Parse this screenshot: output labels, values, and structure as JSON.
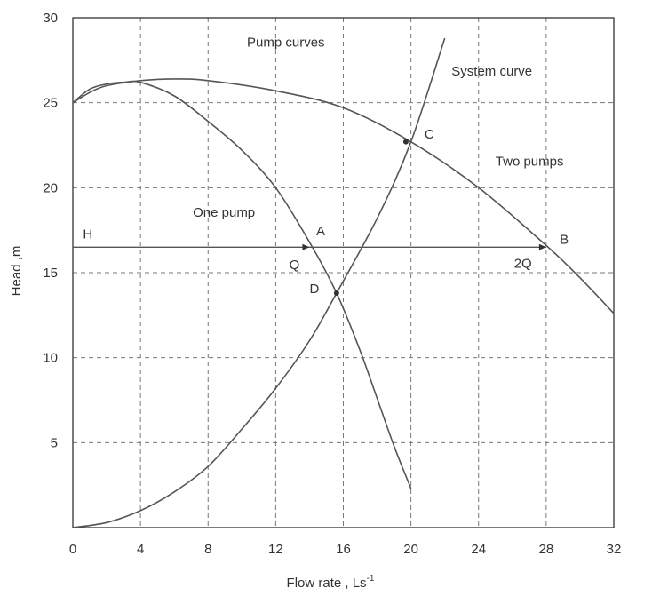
{
  "chart_data": {
    "type": "line",
    "title": "",
    "xlabel": "Flow rate , Ls",
    "xlabel_superscript": "-1",
    "ylabel": "Head ,m",
    "xlim": [
      0,
      32
    ],
    "ylim": [
      0,
      30
    ],
    "x_ticks": [
      0,
      4,
      8,
      12,
      16,
      20,
      24,
      28,
      32
    ],
    "y_ticks": [
      0,
      5,
      10,
      15,
      20,
      25,
      30
    ],
    "x_tick_labels": [
      "0",
      "4",
      "8",
      "12",
      "16",
      "20",
      "24",
      "28",
      "32"
    ],
    "y_tick_labels": [
      "",
      "5",
      "10",
      "15",
      "20",
      "25",
      "30"
    ],
    "grid": true,
    "grid_style": "dashed",
    "legend": "none",
    "series": [
      {
        "name": "One pump",
        "x": [
          0,
          1,
          2,
          3,
          4,
          6,
          8,
          10,
          12,
          14,
          15.6,
          17,
          18,
          19,
          20
        ],
        "y": [
          25,
          25.8,
          26.1,
          26.2,
          26.2,
          25.4,
          23.9,
          22.2,
          20,
          16.8,
          13.8,
          10.4,
          7.6,
          4.8,
          2.3
        ]
      },
      {
        "name": "Two pumps",
        "x": [
          0,
          1,
          2,
          4,
          6,
          8,
          12,
          16,
          20,
          24,
          28,
          30,
          32
        ],
        "y": [
          25,
          25.6,
          26,
          26.3,
          26.4,
          26.3,
          25.7,
          24.7,
          22.7,
          20,
          16.6,
          14.7,
          12.6
        ]
      },
      {
        "name": "System curve",
        "x": [
          0,
          2,
          4,
          6,
          8,
          10,
          12,
          14,
          15.6,
          18,
          20,
          22
        ],
        "y": [
          0,
          0.3,
          1,
          2.1,
          3.6,
          5.8,
          8.2,
          11,
          13.8,
          18.2,
          22.7,
          28.8
        ]
      }
    ],
    "reference_lines": [
      {
        "x": [
          0,
          28
        ],
        "y": [
          16.5,
          16.5
        ]
      }
    ],
    "points": [
      {
        "label": "A",
        "x": 14,
        "y": 16.5
      },
      {
        "label": "B",
        "x": 28,
        "y": 16.5
      },
      {
        "label": "C",
        "x": 19.7,
        "y": 22.7
      },
      {
        "label": "D",
        "x": 15.6,
        "y": 13.8
      }
    ],
    "annotations": [
      {
        "text": "Pump curves",
        "x": 10.3,
        "y": 28.3
      },
      {
        "text": "System curve",
        "x": 22.4,
        "y": 26.6
      },
      {
        "text": "Two pumps",
        "x": 25,
        "y": 21.3
      },
      {
        "text": "One pump",
        "x": 7.1,
        "y": 18.3
      },
      {
        "text": "H",
        "x": 0.6,
        "y": 17
      },
      {
        "text": "A",
        "x": 14.4,
        "y": 17.2
      },
      {
        "text": "Q",
        "x": 12.8,
        "y": 15.2
      },
      {
        "text": "D",
        "x": 14,
        "y": 13.8
      },
      {
        "text": "C",
        "x": 20.8,
        "y": 22.9
      },
      {
        "text": "B",
        "x": 28.8,
        "y": 16.7
      },
      {
        "text": "2Q",
        "x": 26.1,
        "y": 15.3
      }
    ],
    "colors": {
      "line": "#555555",
      "grid": "#777777",
      "axis": "#333333",
      "text": "#333333"
    }
  }
}
